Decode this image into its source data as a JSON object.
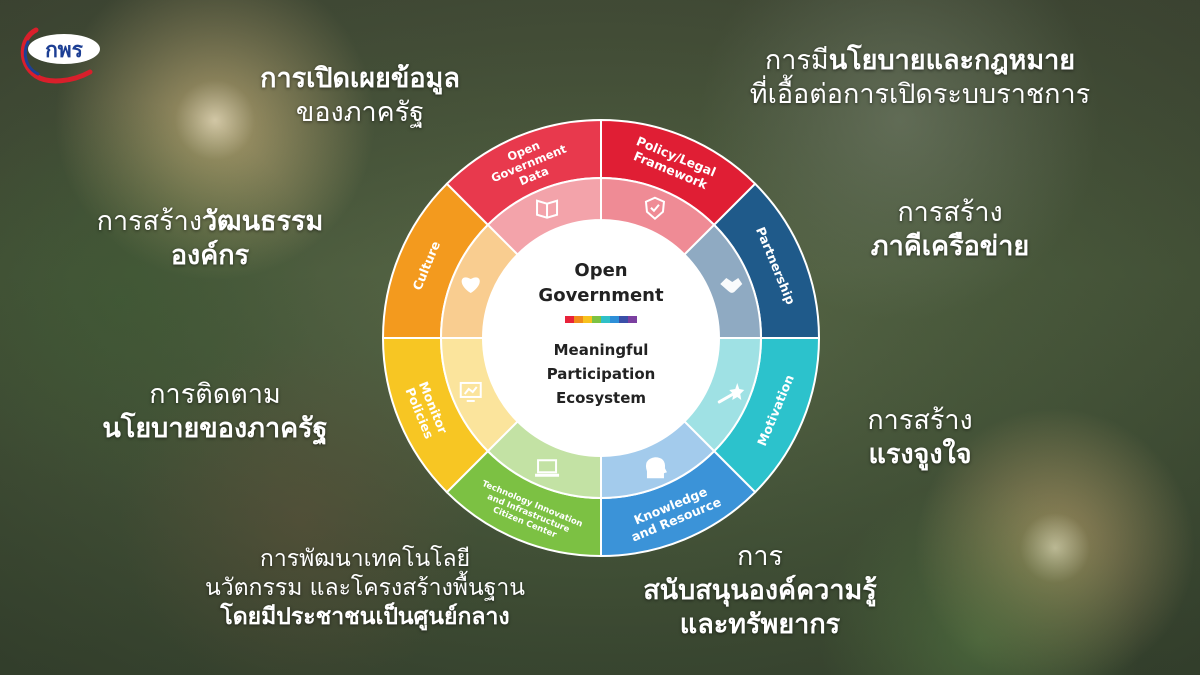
{
  "logo": {
    "text": "กพร"
  },
  "center": {
    "title_line1": "Open",
    "title_line2": "Government",
    "subtitle_line1": "Meaningful",
    "subtitle_line2": "Participation",
    "subtitle_line3": "Ecosystem",
    "bar_colors": [
      "#e8223a",
      "#f08a1a",
      "#f7c21e",
      "#7dc242",
      "#2fc0c8",
      "#2d8fd8",
      "#3a4fa8",
      "#7b3fa0"
    ]
  },
  "segments": [
    {
      "lines": [
        "Open",
        "Government",
        "Data"
      ],
      "color": "#e8394d",
      "inner": "#f3a3aa",
      "icon": "book-icon"
    },
    {
      "lines": [
        "Policy/Legal",
        "Framework"
      ],
      "color": "#e01e34",
      "inner": "#ef8b95",
      "icon": "shield-icon"
    },
    {
      "lines": [
        "Partnership"
      ],
      "color": "#1f5a8a",
      "inner": "#8faac2",
      "icon": "handshake-icon"
    },
    {
      "lines": [
        "Motivation"
      ],
      "color": "#2cc2cc",
      "inner": "#9fe1e4",
      "icon": "shooting-star-icon"
    },
    {
      "lines": [
        "Knowledge",
        "and Resource"
      ],
      "color": "#3b93d8",
      "inner": "#a3cbec",
      "icon": "brain-head-icon"
    },
    {
      "lines": [
        "Technology Innovation",
        "and Infrastructure",
        "Citizen Center"
      ],
      "color": "#7cc143",
      "inner": "#c3e2a4",
      "icon": "laptop-icon"
    },
    {
      "lines": [
        "Monitor",
        "Policies"
      ],
      "color": "#f7c623",
      "inner": "#fbe49c",
      "icon": "monitor-chart-icon"
    },
    {
      "lines": [
        "Culture"
      ],
      "color": "#f39a1e",
      "inner": "#f9cd90",
      "icon": "heart-icon"
    }
  ],
  "labels": {
    "data": {
      "l1": "การเปิดเผยข้อมูล",
      "l2": "ของภาครัฐ"
    },
    "policy": {
      "l1_lead": "การมี",
      "l1_strong": "นโยบายและกฎหมาย",
      "l2": "ที่เอื้อต่อการเปิดระบบราชการ"
    },
    "culture": {
      "l1_lead": "การสร้าง",
      "l1_strong": "วัฒนธรรม",
      "l2": "องค์กร"
    },
    "partner": {
      "l1": "การสร้าง",
      "l2": "ภาคีเครือข่าย"
    },
    "monitor": {
      "l1": "การติดตาม",
      "l2": "นโยบายของภาครัฐ"
    },
    "motivation": {
      "l1": "การสร้าง",
      "l2": "แรงจูงใจ"
    },
    "tech": {
      "l1": "การพัฒนาเทคโนโลยี",
      "l2": "นวัตกรรม และโครงสร้างพื้นฐาน",
      "l3": "โดยมีประชาชนเป็นศูนย์กลาง"
    },
    "knowledge": {
      "l1": "การ",
      "l2": "สนับสนุนองค์ความรู้",
      "l3": "และทรัพยากร"
    }
  }
}
